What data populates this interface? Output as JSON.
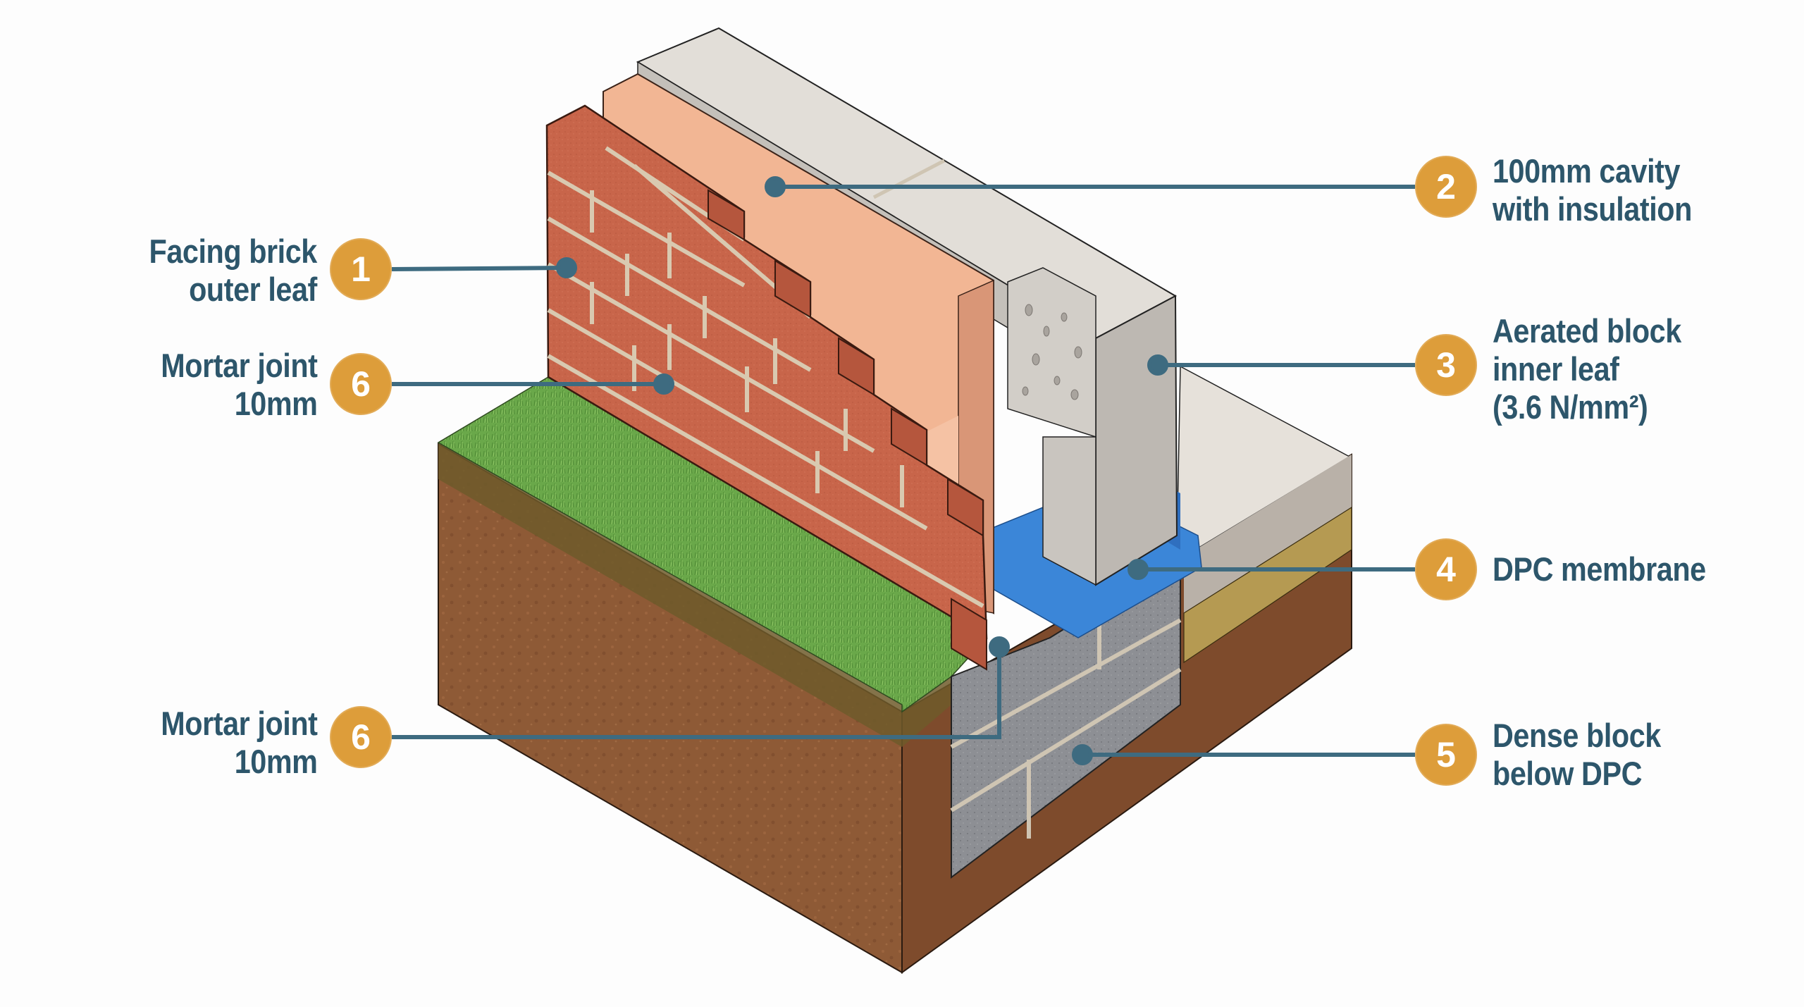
{
  "diagram": {
    "subject": "Cavity wall construction at ground level (isometric cutaway)",
    "colors": {
      "background": "#fdfdfd",
      "label_text": "#2d566b",
      "badge_fill": "#dd9d3a",
      "badge_text": "#ffffff",
      "leader_line": "#3e6b80",
      "brick": "#c8654a",
      "mortar": "#d9c9b0",
      "insulation": "#f2b694",
      "aerated_block": "#dcd8d2",
      "dense_block": "#8a8c90",
      "dpc_membrane": "#3b86d8",
      "grass": "#6aa84a",
      "topsoil": "#8a6a3a",
      "subsoil": "#8e5a36",
      "slab": "#d8d2ca"
    }
  },
  "callouts": [
    {
      "id": "c1",
      "number": "1",
      "side": "left",
      "lines": [
        "Facing brick",
        "outer leaf"
      ]
    },
    {
      "id": "c6a",
      "number": "6",
      "side": "left",
      "lines": [
        "Mortar joint",
        "10mm"
      ]
    },
    {
      "id": "c6b",
      "number": "6",
      "side": "left",
      "lines": [
        "Mortar joint",
        "10mm"
      ]
    },
    {
      "id": "c2",
      "number": "2",
      "side": "right",
      "lines": [
        "100mm cavity",
        "with insulation"
      ]
    },
    {
      "id": "c3",
      "number": "3",
      "side": "right",
      "lines": [
        "Aerated block",
        "inner leaf",
        "(3.6 N/mm²)"
      ]
    },
    {
      "id": "c4",
      "number": "4",
      "side": "right",
      "lines": [
        "DPC membrane"
      ]
    },
    {
      "id": "c5",
      "number": "5",
      "side": "right",
      "lines": [
        "Dense block",
        "below DPC"
      ]
    }
  ]
}
